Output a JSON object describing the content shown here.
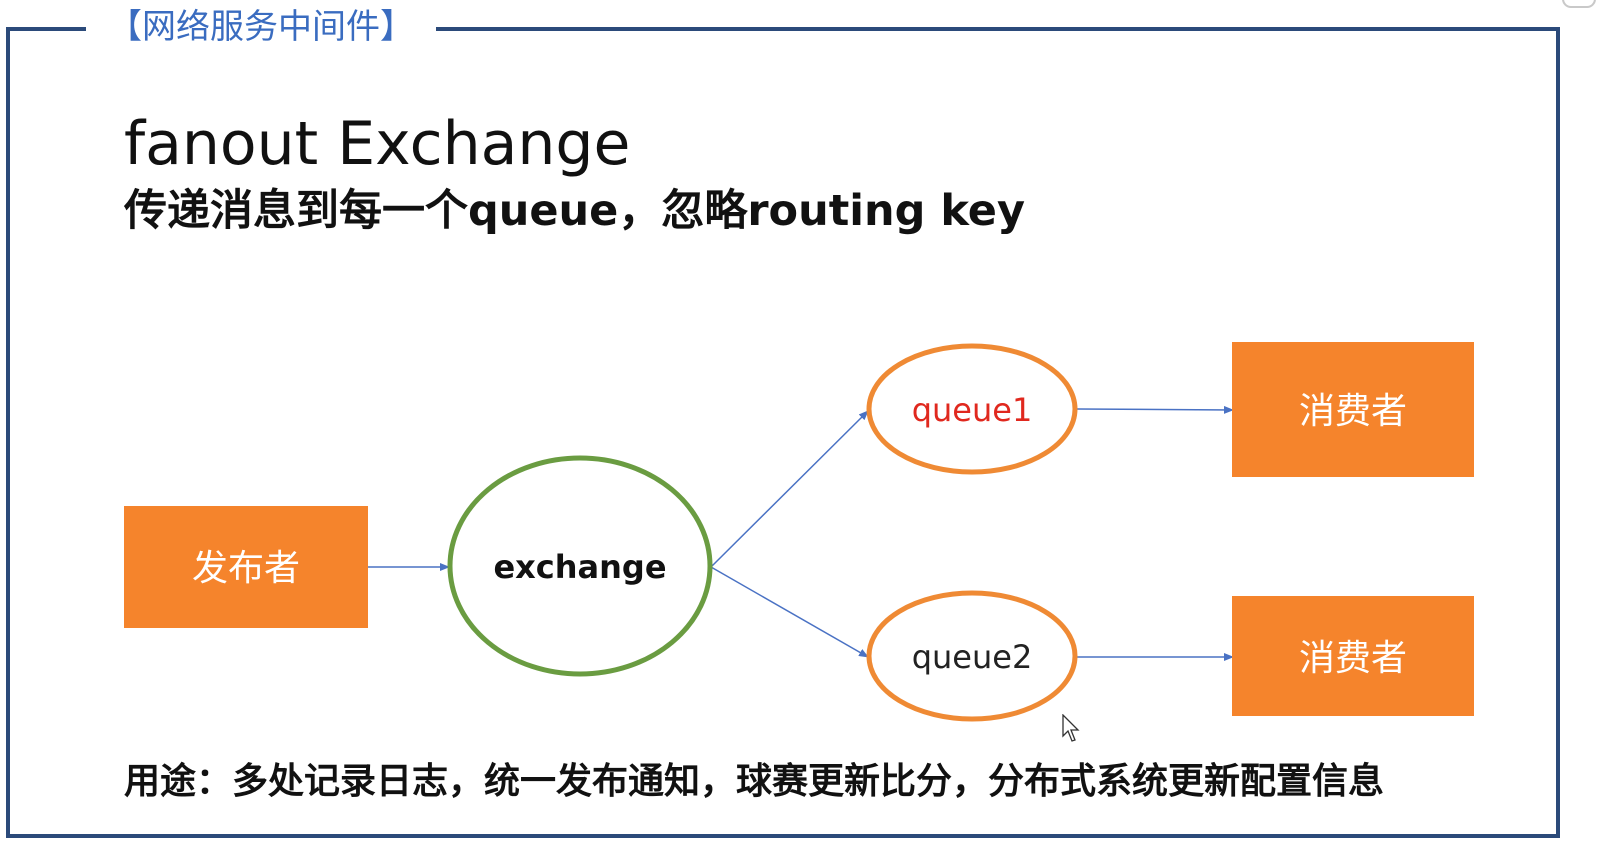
{
  "header": {
    "section_tag": "【网络服务中间件】"
  },
  "slide": {
    "title": "fanout Exchange",
    "subtitle": "传递消息到每一个queue，忽略routing key",
    "usage": "用途：多处记录日志，统一发布通知，球赛更新比分，分布式系统更新配置信息"
  },
  "diagram": {
    "publisher": "发布者",
    "exchange": "exchange",
    "queue1": "queue1",
    "queue2": "queue2",
    "consumer1": "消费者",
    "consumer2": "消费者"
  },
  "colors": {
    "orange_fill": "#f5842c",
    "orange_stroke": "#ef8a34",
    "exchange_stroke": "#6a9c41",
    "arrow": "#4a72c4",
    "queue1_text": "#e0281e",
    "frame": "#2b4a7a",
    "section_tag": "#3a6cc0"
  },
  "icons": {
    "cursor": "mouse-pointer-icon"
  }
}
